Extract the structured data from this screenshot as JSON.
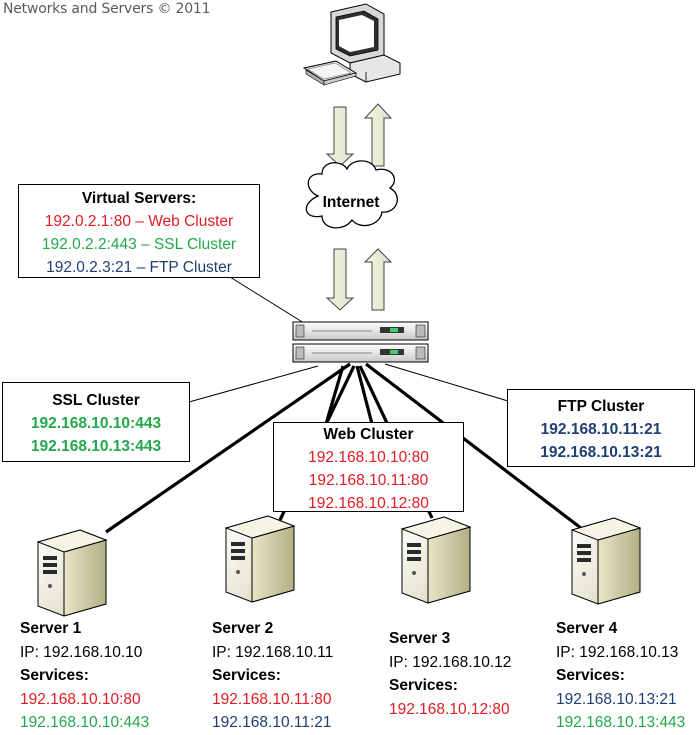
{
  "copyright": "Networks and Servers © 2011",
  "internet_label": "Internet",
  "virtual_servers": {
    "title": "Virtual Servers:",
    "entries": [
      {
        "text": "192.0.2.1:80 – Web Cluster",
        "color": "#e31b23"
      },
      {
        "text": "192.0.2.2:443 – SSL Cluster",
        "color": "#22a84b"
      },
      {
        "text": "192.0.2.3:21 – FTP Cluster",
        "color": "#1f3f73"
      }
    ]
  },
  "ssl_cluster": {
    "title": "SSL Cluster",
    "members": [
      "192.168.10.10:443",
      "192.168.10.13:443"
    ],
    "color": "#22a84b"
  },
  "web_cluster": {
    "title": "Web Cluster",
    "members": [
      "192.168.10.10:80",
      "192.168.10.11:80",
      "192.168.10.12:80"
    ],
    "color": "#e31b23"
  },
  "ftp_cluster": {
    "title": "FTP Cluster",
    "members": [
      "192.168.10.11:21",
      "192.168.10.13:21"
    ],
    "color": "#1f3f73"
  },
  "servers": [
    {
      "name": "Server 1",
      "ip": "IP: 192.168.10.10",
      "services_label": "Services:",
      "services": [
        {
          "text": "192.168.10.10:80",
          "color": "#e31b23"
        },
        {
          "text": "192.168.10.10:443",
          "color": "#22a84b"
        }
      ]
    },
    {
      "name": "Server 2",
      "ip": "IP: 192.168.10.11",
      "services_label": "Services:",
      "services": [
        {
          "text": "192.168.10.11:80",
          "color": "#e31b23"
        },
        {
          "text": "192.168.10.11:21",
          "color": "#1f3f73"
        }
      ]
    },
    {
      "name": "Server 3",
      "ip": "IP: 192.168.10.12",
      "services_label": "Services:",
      "services": [
        {
          "text": "192.168.10.12:80",
          "color": "#e31b23"
        }
      ]
    },
    {
      "name": "Server 4",
      "ip": "IP: 192.168.10.13",
      "services_label": "Services:",
      "services": [
        {
          "text": "192.168.10.13:21",
          "color": "#1f3f73"
        },
        {
          "text": "192.168.10.13:443",
          "color": "#22a84b"
        }
      ]
    }
  ]
}
